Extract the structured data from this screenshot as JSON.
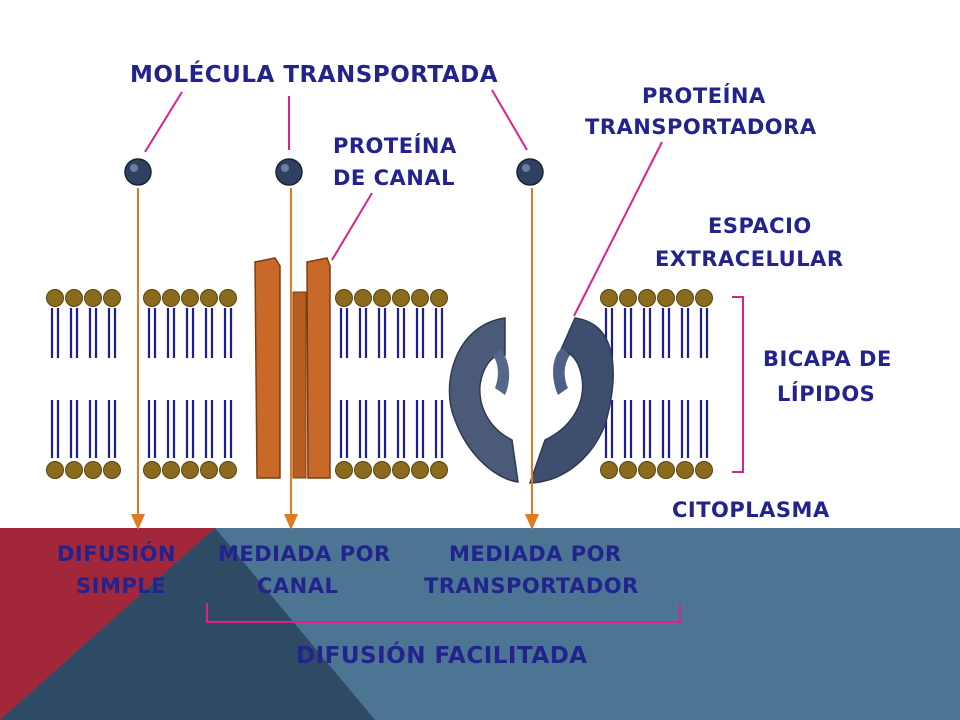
{
  "colors": {
    "background": "#ffffff",
    "text": "#23238e",
    "pointer_line": "#e0208a",
    "arrow": "#e07a20",
    "lipid_head": "#8a6a1c",
    "lipid_tail": "#1c1c9a",
    "channel_protein": "#c8692a",
    "carrier_protein": "#4a5a78",
    "molecule": "#2f4060",
    "bottom_red": "#a3273a",
    "bottom_dark": "#2e4a64",
    "bottom_slate": "#4b7592"
  },
  "labels": {
    "molecula": "MOLÉCULA TRANSPORTADA",
    "proteina_transportadora_1": "PROTEÍNA",
    "proteina_transportadora_2": "TRANSPORTADORA",
    "proteina_canal_1": "PROTEÍNA",
    "proteina_canal_2": "DE CANAL",
    "espacio_1": "ESPACIO",
    "espacio_2": "EXTRACELULAR",
    "bicapa_1": "BICAPA DE",
    "bicapa_2": "LÍPIDOS",
    "citoplasma": "CITOPLASMA",
    "difusion_simple_1": "DIFUSIÓN",
    "difusion_simple_2": "SIMPLE",
    "mediada_canal_1": "MEDIADA POR",
    "mediada_canal_2": "CANAL",
    "mediada_transp_1": "MEDIADA POR",
    "mediada_transp_2": "TRANSPORTADOR",
    "difusion_facilitada": "DIFUSIÓN FACILITADA"
  }
}
